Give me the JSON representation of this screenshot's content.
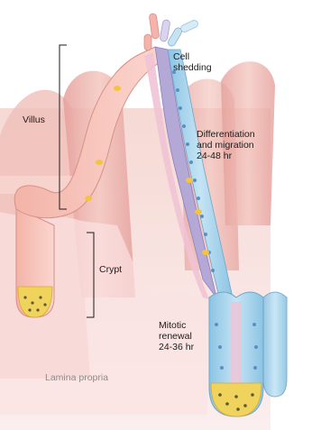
{
  "labels": {
    "villus": "Villus",
    "crypt": "Crypt",
    "lamina_propria": "Lamina propria",
    "cell_shedding": "Cell\nshedding",
    "differentiation": "Differentiation\nand migration\n24-48 hr",
    "mitotic": "Mitotic\nrenewal\n24-36 hr"
  },
  "colors": {
    "background_tissue": "#f2c9c4",
    "villus_dark": "#e7a6a1",
    "epithelium_pink": "#f6c3ba",
    "epithelium_blue": "#a9d5ec",
    "lumen_purple": "#b3a8d6",
    "crypt_base_yellow": "#f0d35c",
    "nucleus_blue": "#5b8fc2",
    "granule_yellow": "#f2c53a"
  }
}
